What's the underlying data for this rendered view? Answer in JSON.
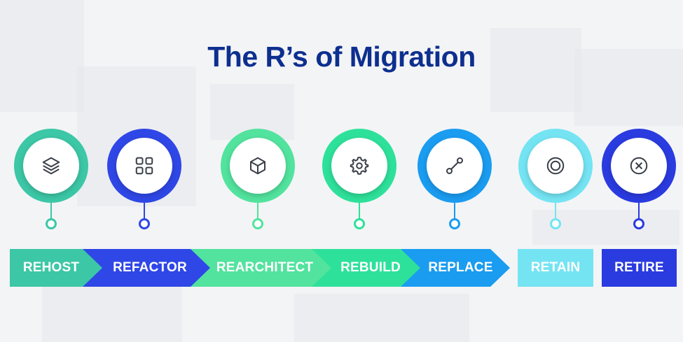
{
  "title": "The R’s of Migration",
  "colors": {
    "title": "#0d2f8f",
    "teal": "#3cc7a6",
    "blue": "#2f47e6",
    "mint": "#52e39e",
    "green": "#2ee19a",
    "azure": "#1a9cf0",
    "cyan": "#74e4f3",
    "navy": "#2a3be0"
  },
  "steps": [
    {
      "label": "REHOST",
      "icon": "layers-icon",
      "color": "#3cc7a6"
    },
    {
      "label": "REFACTOR",
      "icon": "grid-icon",
      "color": "#2f47e6"
    },
    {
      "label": "REARCHITECT",
      "icon": "cube-icon",
      "color": "#52e39e"
    },
    {
      "label": "REBUILD",
      "icon": "gear-icon",
      "color": "#2ee19a"
    },
    {
      "label": "REPLACE",
      "icon": "link-nodes-icon",
      "color": "#1a9cf0"
    },
    {
      "label": "RETAIN",
      "icon": "target-circle-icon",
      "color": "#74e4f3"
    },
    {
      "label": "RETIRE",
      "icon": "close-circle-icon",
      "color": "#2a3be0"
    }
  ]
}
